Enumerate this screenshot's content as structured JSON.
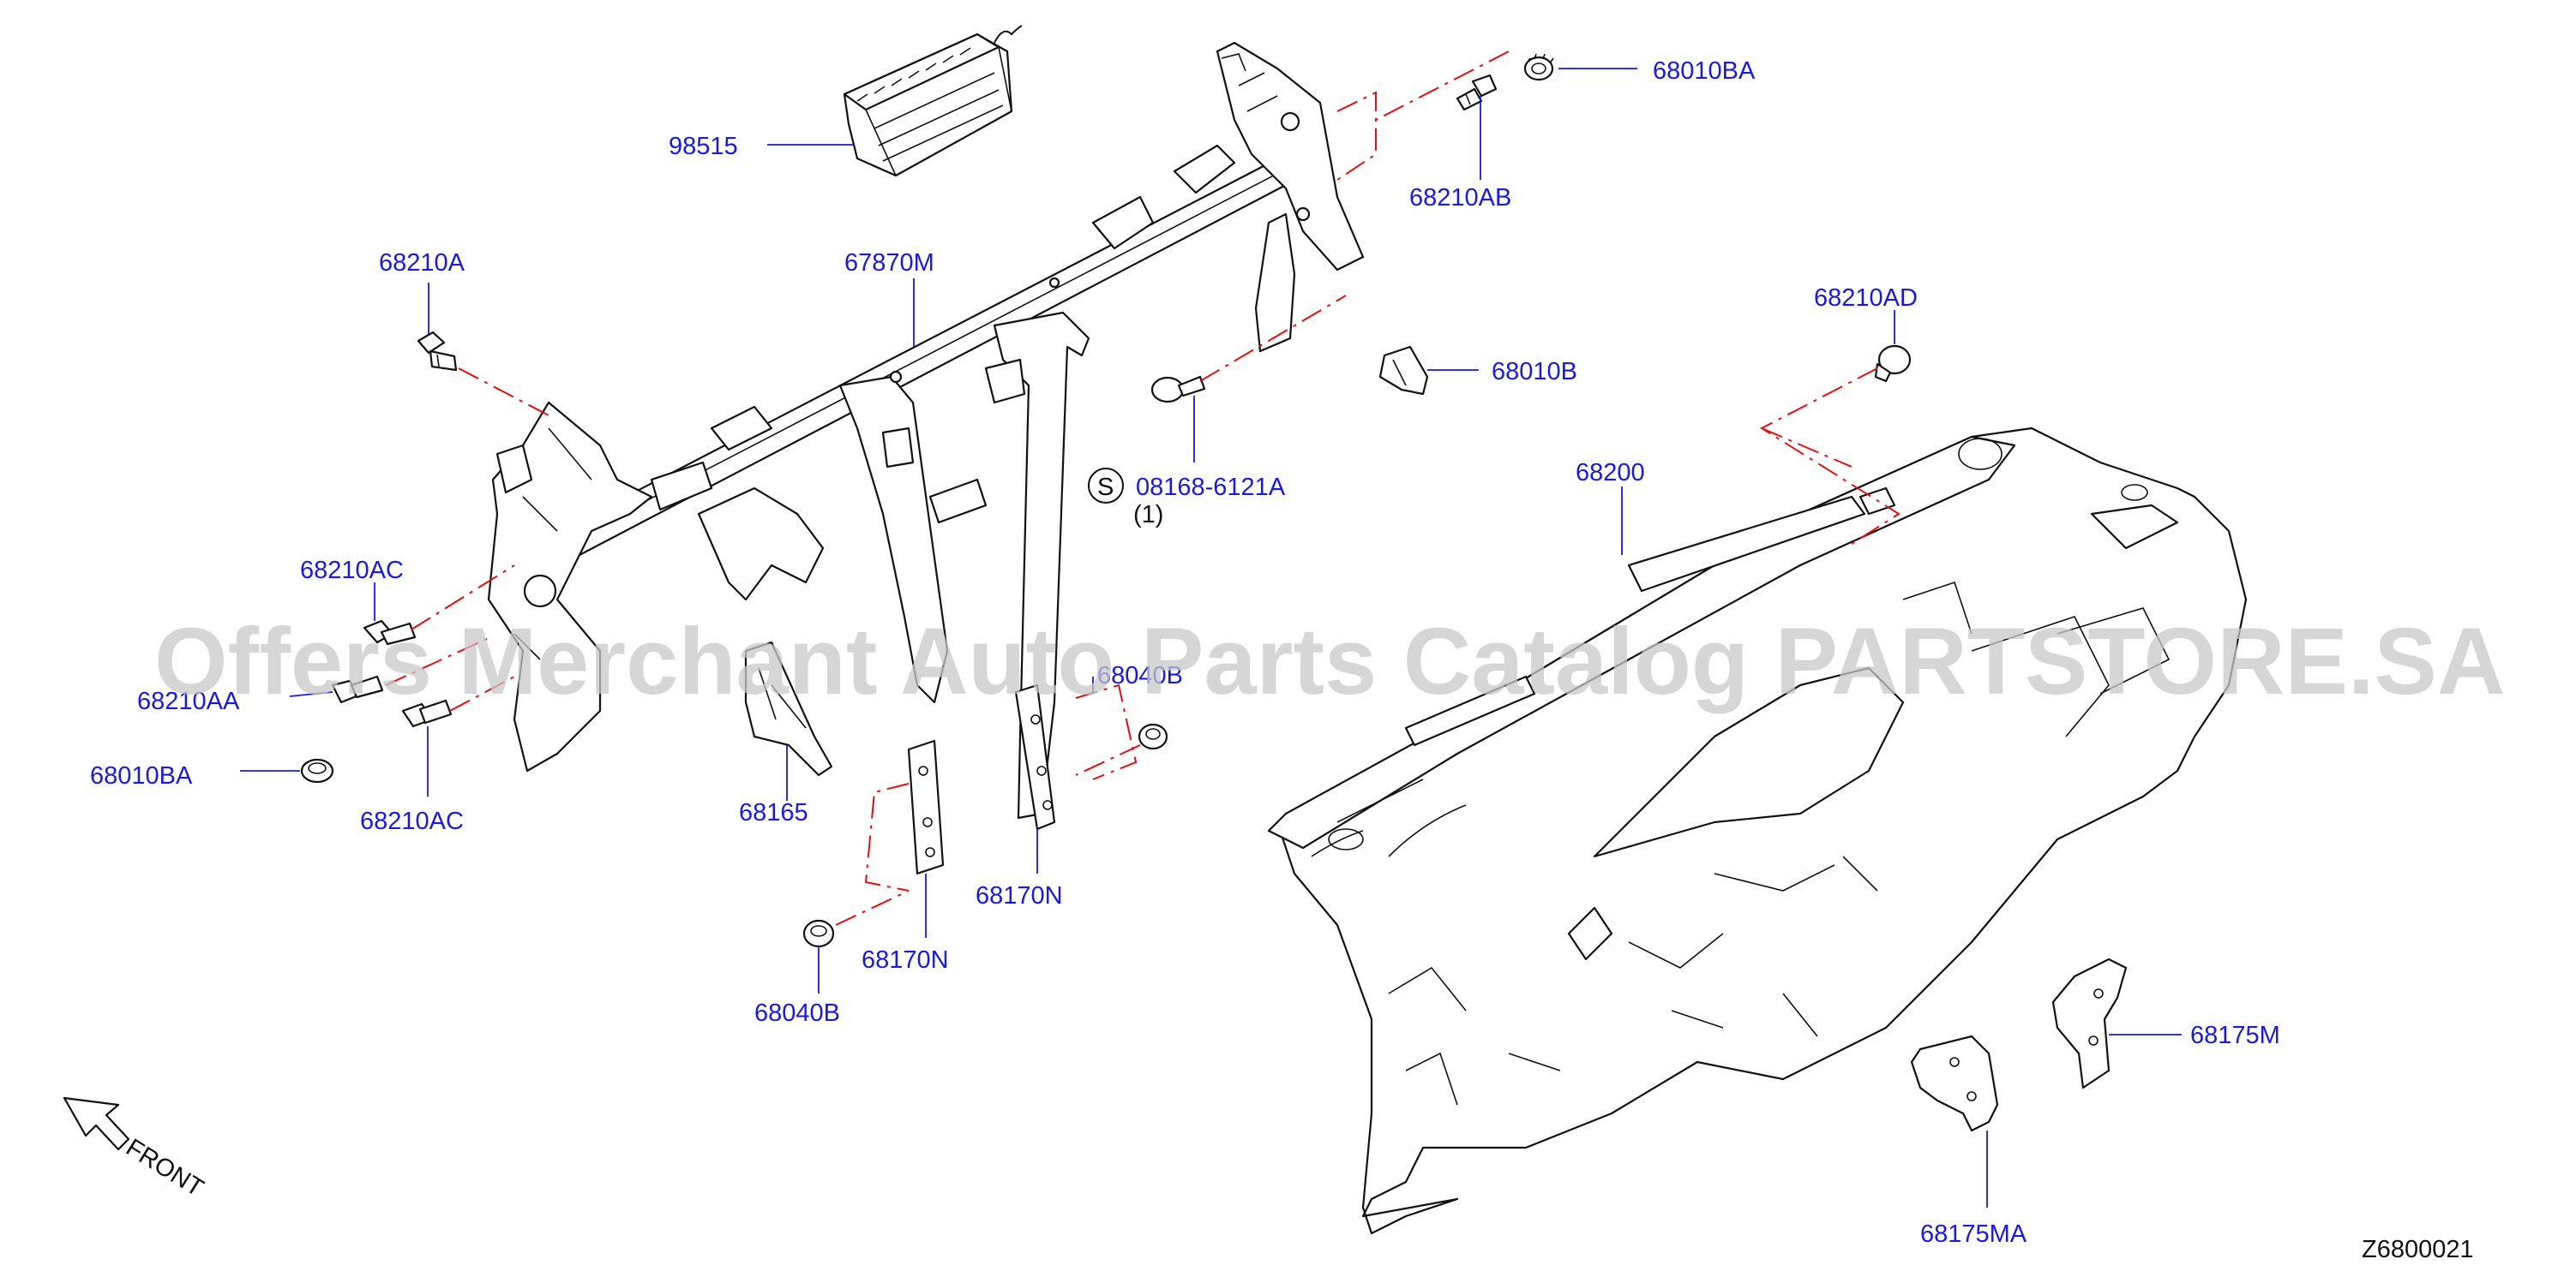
{
  "colors": {
    "label": "#1a1adc",
    "leader": "#1a1adc",
    "dash": "#e01010",
    "outline": "#111111",
    "watermark": "#c8c8c8",
    "code": "#111111"
  },
  "labels": {
    "p98515": "98515",
    "p68010BA_top": "68010BA",
    "p68210AB": "68210AB",
    "p68210A": "68210A",
    "p67870M": "67870M",
    "p68210AD": "68210AD",
    "p68010B": "68010B",
    "p08168": "08168-6121A",
    "p08168_qty": "(1)",
    "s_mark": "S",
    "p68200": "68200",
    "p68210AC_upper": "68210AC",
    "p68210AA": "68210AA",
    "p68040B_upper": "68040B",
    "p68010BA_left": "68010BA",
    "p68210AC_lower": "68210AC",
    "p68165": "68165",
    "p68170N_right": "68170N",
    "p68170N_left": "68170N",
    "p68040B_lower": "68040B",
    "p68175M": "68175M",
    "p68175MA": "68175MA",
    "front": "FRONT",
    "diagram_code": "Z6800021"
  },
  "watermark": "Offers Merchant Auto Parts Catalog PARTSTORE.SA",
  "icons": {
    "front_arrow": "arrow-up-left-icon",
    "s_circle": "circled-s-icon"
  }
}
